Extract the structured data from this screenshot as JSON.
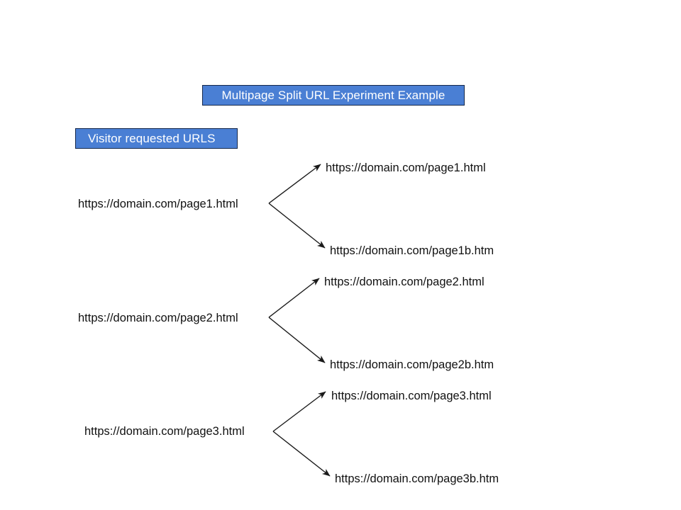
{
  "title": {
    "label": "Multipage Split URL Experiment Example"
  },
  "legend": {
    "label": "Visitor requested URLS"
  },
  "colors": {
    "box_fill": "#4A7FD4",
    "box_border": "#14274a",
    "box_text": "#ffffff",
    "label_text": "#111111",
    "arrow": "#1a1a1a",
    "background": "#ffffff"
  },
  "groups": [
    {
      "source": "https://domain.com/page1.html",
      "targets": [
        "https://domain.com/page1.html",
        "https://domain.com/page1b.htm"
      ]
    },
    {
      "source": "https://domain.com/page2.html",
      "targets": [
        "https://domain.com/page2.html",
        "https://domain.com/page2b.htm"
      ]
    },
    {
      "source": "https://domain.com/page3.html",
      "targets": [
        "https://domain.com/page3.html",
        "https://domain.com/page3b.htm"
      ]
    }
  ]
}
